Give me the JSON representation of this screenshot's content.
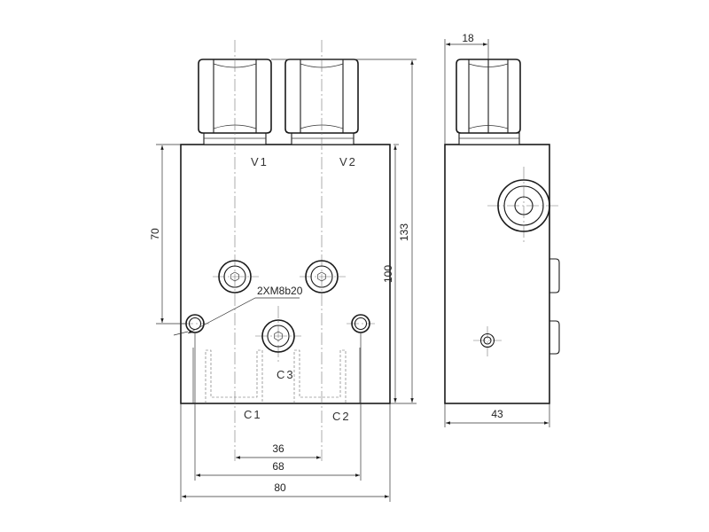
{
  "front_view": {
    "ports": {
      "v1": "V1",
      "v2": "V2",
      "c1": "C1",
      "c2": "C2",
      "c3": "C3"
    },
    "callout": "2XM8b20",
    "dimensions": {
      "height_70": "70",
      "height_100": "100",
      "height_133": "133",
      "width_36": "36",
      "width_68": "68",
      "width_80": "80"
    }
  },
  "side_view": {
    "dimensions": {
      "top_18": "18",
      "width_43": "43"
    }
  },
  "colors": {
    "line": "#1a1a1a",
    "centerline": "#777777",
    "background": "#ffffff"
  }
}
